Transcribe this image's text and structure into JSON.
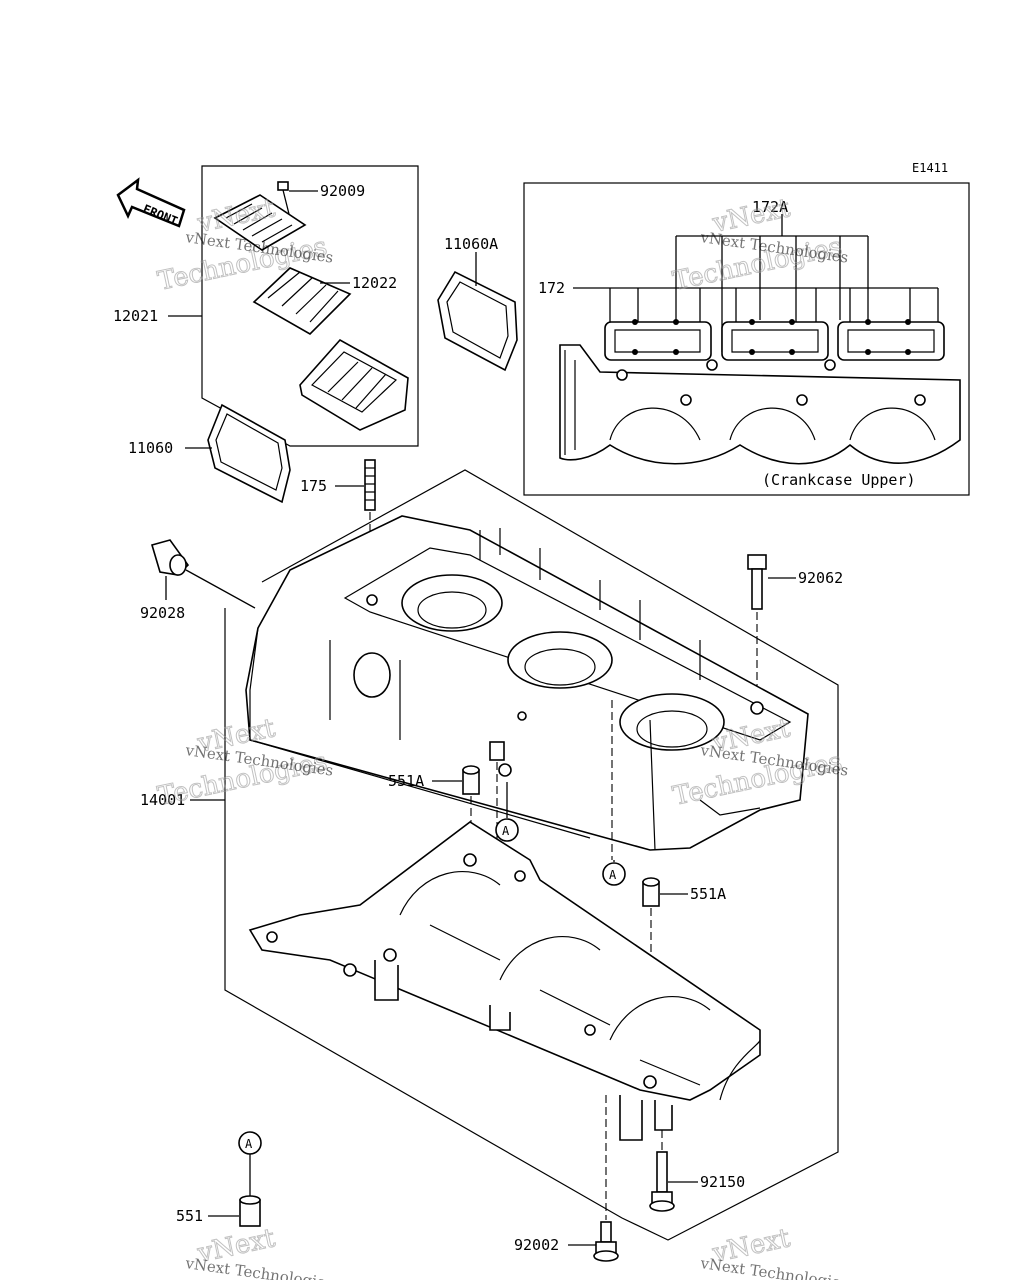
{
  "diagram_code": "E1411",
  "front_label": "FRONT",
  "inset_caption": "(Crankcase Upper)",
  "reference_marker": "A",
  "parts": {
    "p92009": "92009",
    "p12022": "12022",
    "p12021": "12021",
    "p11060A": "11060A",
    "p11060": "11060",
    "p175": "175",
    "p92028": "92028",
    "p92062": "92062",
    "p14001": "14001",
    "p551A_left": "551A",
    "p551A_right": "551A",
    "p551": "551",
    "p92150": "92150",
    "p92002": "92002",
    "p172A": "172A",
    "p172": "172"
  },
  "watermark": {
    "line1": "vNext Technologies",
    "line2a": "vNext",
    "line2b": "Technologies"
  }
}
